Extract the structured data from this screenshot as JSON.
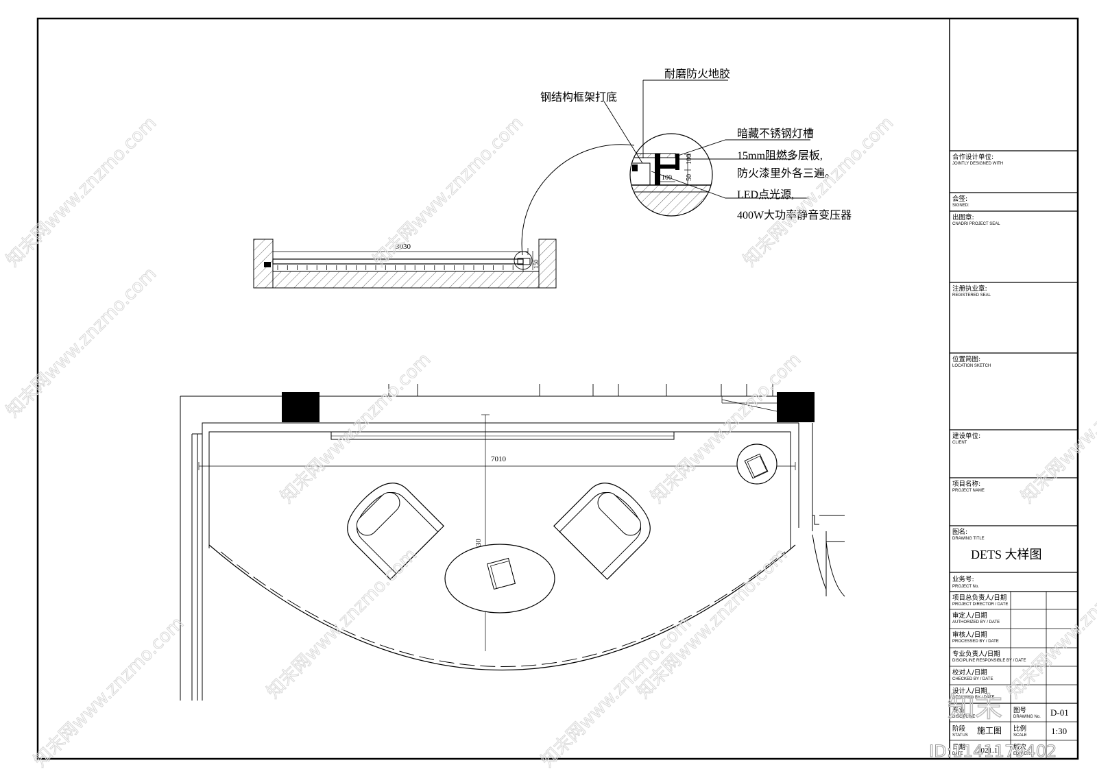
{
  "detail": {
    "callouts": [
      "耐磨防火地胶",
      "钢结构框架打底",
      "暗藏不锈钢灯槽",
      "15mm阻燃多层板,",
      "防火漆里外各三遍。",
      "LED点光源,",
      "400W大功率静音变压器"
    ],
    "dims": {
      "d100a": "100",
      "d100b": "100",
      "d50": "50"
    }
  },
  "section": {
    "length": "3030",
    "height": "150"
  },
  "plan": {
    "width": "7010",
    "depth": "3030"
  },
  "title_block": {
    "rows": [
      {
        "cn": "合作设计单位:",
        "en": "JOINTLY DESIGNED WITH"
      },
      {
        "cn": "会签:",
        "en": "SIGNED:"
      },
      {
        "cn": "出图章:",
        "en": "CNADRI PROJECT SEAL"
      },
      {
        "cn": "注册执业章:",
        "en": "REGISTERED SEAL"
      },
      {
        "cn": "位置简图:",
        "en": "LOCATION SKETCH"
      },
      {
        "cn": "建设单位:",
        "en": "CLIENT"
      },
      {
        "cn": "项目名称:",
        "en": "PROJECT NAME"
      },
      {
        "cn": "图名:",
        "en": "DRAWING TITLE"
      }
    ],
    "drawing_title": "DETS 大样图",
    "project_no": {
      "cn": "业务号:",
      "en": "PROJECT No."
    },
    "people": [
      {
        "cn": "项目总负责人/日期",
        "en": "PROJECT DIRECTOR / DATE"
      },
      {
        "cn": "审定人/日期",
        "en": "AUTHORIZED BY / DATE"
      },
      {
        "cn": "审核人/日期",
        "en": "PROCESSED BY / DATE"
      },
      {
        "cn": "专业负责人/日期",
        "en": "DISCIPLINE RESPONSIBLE BY / DATE"
      },
      {
        "cn": "校对人/日期",
        "en": "CHECKED BY / DATE"
      },
      {
        "cn": "设计人/日期",
        "en": "DESIGNED BY / DATE"
      }
    ],
    "bottom": {
      "discipline_cn": "专业",
      "discipline_en": "DISCIPLINE",
      "drawing_no_cn": "图号",
      "drawing_no_en": "DRAWING No.",
      "drawing_no": "D-01",
      "status_cn": "阶段",
      "status_en": "STATUS",
      "status": "施工图",
      "scale_cn": "比例",
      "scale_en": "SCALE",
      "scale": "1:30",
      "date_cn": "日期",
      "date_en": "DATE",
      "date": "2021.11",
      "edition_cn": "版次",
      "edition_en": "EDITION"
    }
  },
  "watermarks": {
    "repeat": "知末网www.znzmo.com",
    "logo": "知末",
    "id": "ID:1141179402"
  }
}
